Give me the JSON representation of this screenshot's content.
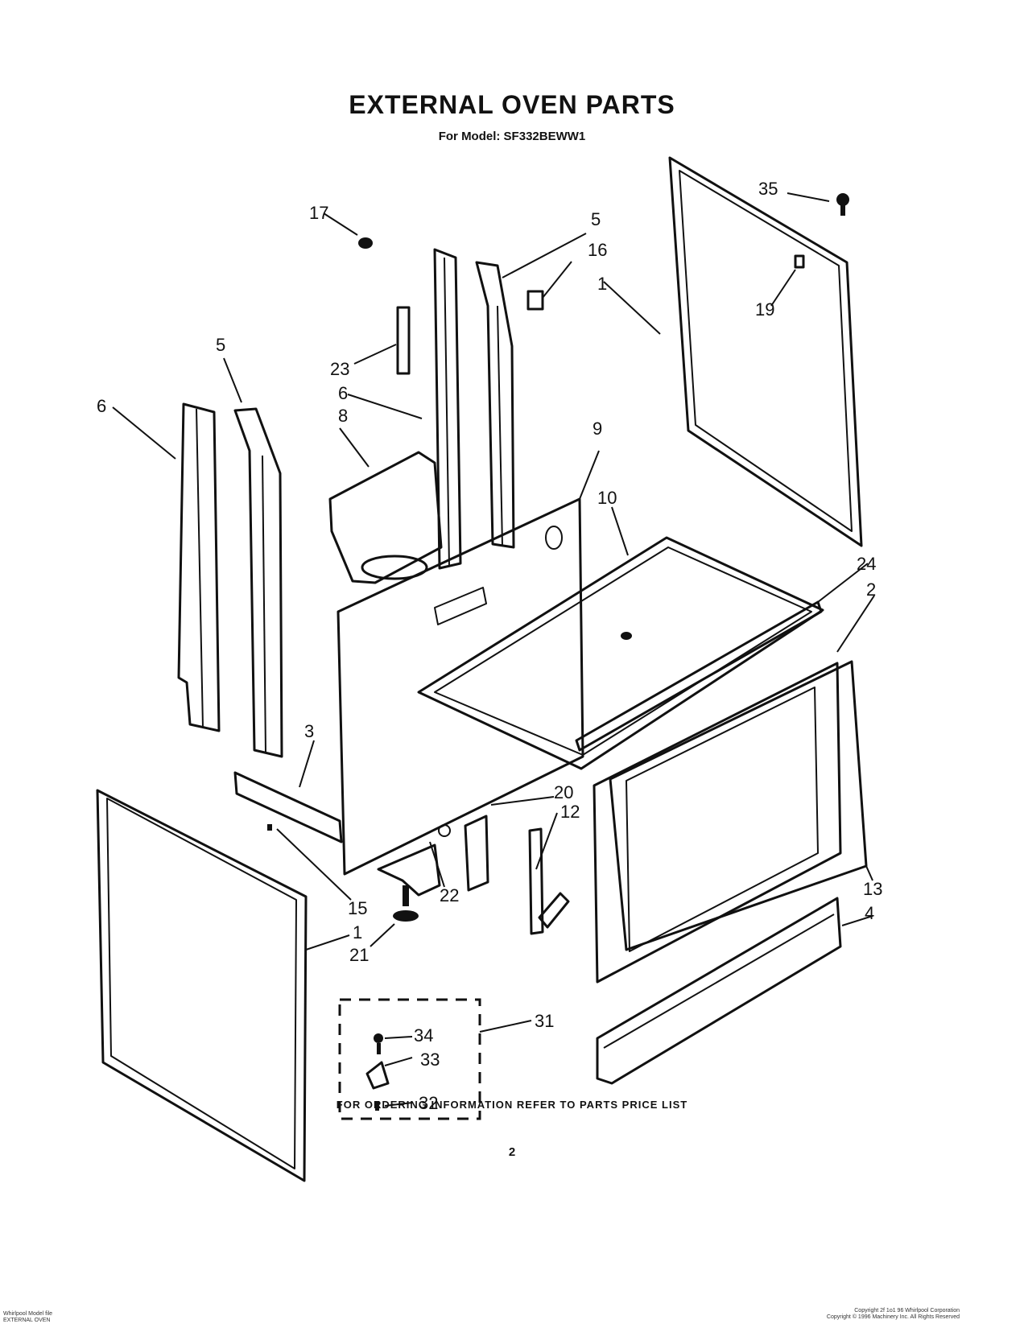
{
  "header": {
    "title": "EXTERNAL OVEN PARTS",
    "subtitle": "For Model: SF332BEWW1"
  },
  "callouts": {
    "c35": "35",
    "c17": "17",
    "c5a": "5",
    "c16": "16",
    "c1a": "1",
    "c19": "19",
    "c5b": "5",
    "c23": "23",
    "c6a": "6",
    "c6b": "6",
    "c8": "8",
    "c9": "9",
    "c10": "10",
    "c24": "24",
    "c2": "2",
    "c3": "3",
    "c20": "20",
    "c12": "12",
    "c22": "22",
    "c15": "15",
    "c1b": "1",
    "c21": "21",
    "c13": "13",
    "c4": "4",
    "c31": "31",
    "c34": "34",
    "c33": "33",
    "c32": "32"
  },
  "footer": {
    "note": "FOR ORDERING INFORMATION REFER TO PARTS PRICE LIST",
    "page_number": "2"
  },
  "corner": {
    "left_line1": "Whirlpool Model  file",
    "left_line2": "EXTERNAL OVEN",
    "right_line1": "Copyright 2f  1o1 96 Whirlpool Corporation",
    "right_line2": "Copyright © 1996 Machinery Inc.   All Rights Reserved"
  }
}
